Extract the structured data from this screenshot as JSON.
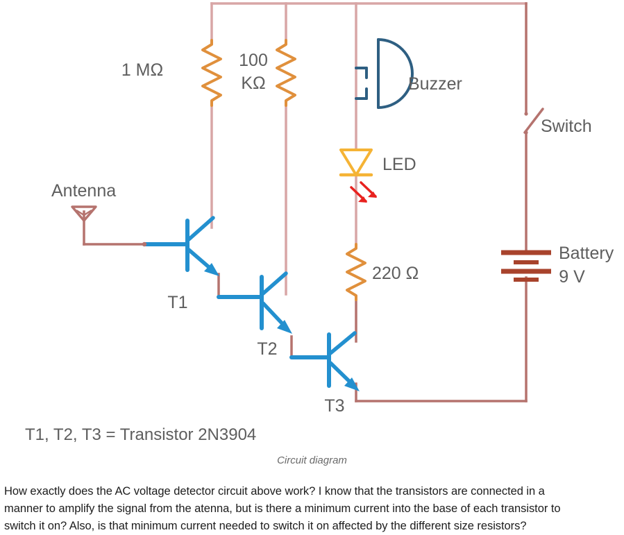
{
  "figure": {
    "caption": "Circuit diagram",
    "note": "T1, T2, T3 = Transistor 2N3904",
    "colors": {
      "wire_red": "#b5736e",
      "wire_pink": "#d8a6a6",
      "resistor_orange": "#e0903c",
      "led_yellow": "#f5b335",
      "transistor_blue": "#2390cf",
      "buzzer_blue": "#2e5f82",
      "battery_red": "#a8432c",
      "arrow_red": "#e8221f",
      "label_gray": "#5e5e5e"
    },
    "components": {
      "antenna": {
        "label": "Antenna",
        "icon": "antenna-icon"
      },
      "resistor_r1": {
        "label_line1": "1 MΩ",
        "label_line2": "",
        "value": "1 MΩ",
        "icon": "resistor-icon"
      },
      "resistor_r2": {
        "label_line1": "100",
        "label_line2": "KΩ",
        "value": "100 KΩ",
        "icon": "resistor-icon"
      },
      "resistor_r3": {
        "label_line1": "220 Ω",
        "label_line2": "",
        "value": "220 Ω",
        "icon": "resistor-icon"
      },
      "buzzer": {
        "label": "Buzzer",
        "icon": "buzzer-icon"
      },
      "led": {
        "label": "LED",
        "icon": "led-icon"
      },
      "switch": {
        "label": "Switch",
        "icon": "switch-icon"
      },
      "battery": {
        "label_line1": "Battery",
        "label_line2": "9 V",
        "value": "9 V",
        "icon": "battery-icon"
      },
      "transistor_t1": {
        "label": "T1",
        "icon": "npn-transistor-icon"
      },
      "transistor_t2": {
        "label": "T2",
        "icon": "npn-transistor-icon"
      },
      "transistor_t3": {
        "label": "T3",
        "icon": "npn-transistor-icon"
      }
    }
  },
  "question": {
    "line1": "How exactly does the AC voltage detector circuit above work? I know that the transistors are connected in a",
    "line2": "manner to amplify the signal from the atenna, but is there a minimum current into the base of each transistor to",
    "line3": "switch it on? Also, is that minimum current needed to switch it on affected by the different size resistors?"
  }
}
